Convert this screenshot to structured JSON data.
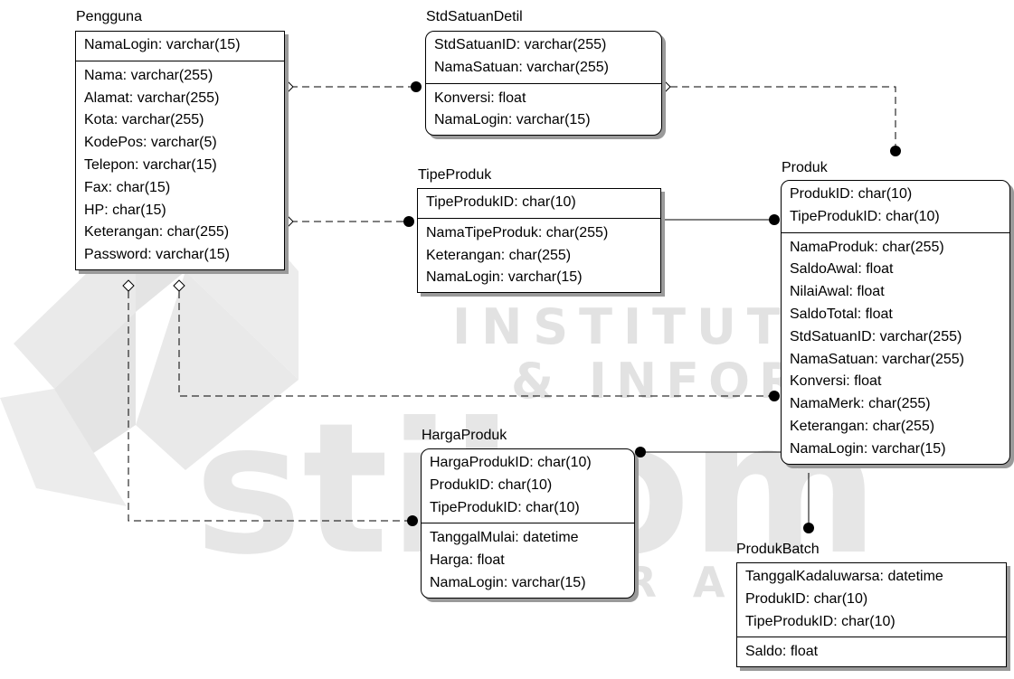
{
  "watermark": {
    "logo_word": "stikom",
    "line1": "INSTITUT BISNIS",
    "line2": "& INFORMATIKA",
    "line3": "SURABAYA",
    "color": "#e2e2e2"
  },
  "entities": {
    "pengguna": {
      "title": "Pengguna",
      "pk": [
        "NamaLogin: varchar(15)"
      ],
      "attrs": [
        "Nama: varchar(255)",
        "Alamat: varchar(255)",
        "Kota: varchar(255)",
        "KodePos: varchar(5)",
        "Telepon: varchar(15)",
        "Fax: char(15)",
        "HP: char(15)",
        "Keterangan: char(255)",
        "Password: varchar(15)"
      ]
    },
    "stdsatuandetil": {
      "title": "StdSatuanDetil",
      "pk": [
        "StdSatuanID: varchar(255)",
        "NamaSatuan: varchar(255)"
      ],
      "attrs": [
        "Konversi: float",
        "NamaLogin: varchar(15)"
      ]
    },
    "tipeproduk": {
      "title": "TipeProduk",
      "pk": [
        "TipeProdukID: char(10)"
      ],
      "attrs": [
        "NamaTipeProduk: char(255)",
        "Keterangan: char(255)",
        "NamaLogin: varchar(15)"
      ]
    },
    "produk": {
      "title": "Produk",
      "pk": [
        "ProdukID: char(10)",
        "TipeProdukID: char(10)"
      ],
      "attrs": [
        "NamaProduk: char(255)",
        "SaldoAwal: float",
        "NilaiAwal: float",
        "SaldoTotal: float",
        "StdSatuanID: varchar(255)",
        "NamaSatuan: varchar(255)",
        "Konversi: float",
        "NamaMerk: char(255)",
        "Keterangan: char(255)",
        "NamaLogin: varchar(15)"
      ]
    },
    "hargaproduk": {
      "title": "HargaProduk",
      "pk": [
        "HargaProdukID: char(10)",
        "ProdukID: char(10)",
        "TipeProdukID: char(10)"
      ],
      "attrs": [
        "TanggalMulai: datetime",
        "Harga: float",
        "NamaLogin: varchar(15)"
      ]
    },
    "produkbatch": {
      "title": "ProdukBatch",
      "pk": [
        "TanggalKadaluwarsa: datetime",
        "ProdukID: char(10)",
        "TipeProdukID: char(10)"
      ],
      "attrs": [
        "Saldo: float"
      ]
    }
  }
}
